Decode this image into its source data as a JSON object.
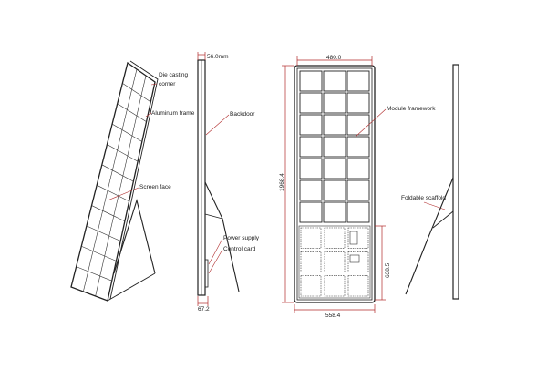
{
  "labels": {
    "die_casting": "Die casting",
    "corner": "corner",
    "aluminum_frame": "Aluminum frame",
    "screen_face": "Screen face",
    "backdoor": "Backdoor",
    "power_supply": "Power supply",
    "control_card": "Control card",
    "module_framework": "Module framework",
    "foldable_scaffold": "Foldable scaffold"
  },
  "dimensions": {
    "side_thickness": "56.0mm",
    "side_base": "67.2",
    "front_width_top": "480.0",
    "front_height": "1968.4",
    "front_width_bottom": "558.4",
    "box_height": "638.5"
  },
  "colors": {
    "line": "#222222",
    "dimension": "#b02a2a"
  }
}
